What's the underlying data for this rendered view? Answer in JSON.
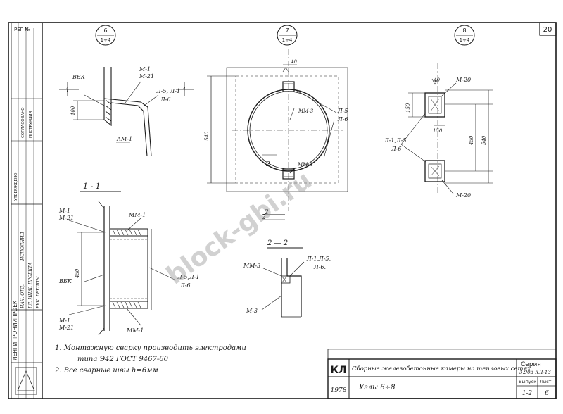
{
  "sheet": {
    "number": "20",
    "reg": "РЕГ №",
    "watermark": "block-gbi.ru"
  },
  "views": {
    "v6": {
      "num": "6",
      "scale": "1÷4"
    },
    "v7": {
      "num": "7",
      "scale": "1÷4"
    },
    "v8": {
      "num": "8",
      "scale": "1÷4"
    }
  },
  "labels": {
    "bbk": "ВБК",
    "m1": "М-1",
    "m21": "М-21",
    "l5l1": "Л-5, Л-1",
    "l6": "Л-6",
    "dim100": "100",
    "am1": "АМ-1",
    "cut11": "1 - 1",
    "mm1": "ММ-1",
    "dim450": "450",
    "l5l1b": "Л-5,Л-1",
    "l6b": "Л-6",
    "bbk2": "ВБК",
    "m1b": "М-1",
    "m21b": "М-21",
    "mm1b": "ММ-1",
    "dim40": "40",
    "mm3": "ММ-3",
    "l5": "Л-5",
    "l6c": "Л-6",
    "dim540": "540",
    "num2": "2",
    "mm3b": "ММ-3",
    "cut22": "2 — 2",
    "mm3c": "ММ-3",
    "l1l5": "Л-1,Л-5,",
    "l6d": "Л-6.",
    "m3": "М-3",
    "dim40b": "40",
    "m20": "М-20",
    "dim150": "150",
    "dim150b": "150",
    "l1l5b": "Л-1,Л-5",
    "l6e": "Л-6",
    "dim450b": "450",
    "dim540b": "540",
    "m20b": "М-20",
    "n1": "1",
    "n1b": "1",
    "n2": "2",
    "n2b": "2"
  },
  "notes": {
    "line1": "1. Монтажную сварку производить электродами",
    "line2": "типа Э42   ГОСТ 9467-60",
    "line3": "2. Все сварные швы h=6мм"
  },
  "stamp": {
    "code": "КЛ",
    "year": "1978",
    "title": "Сборные железобетонные камеры на тепловых сетях",
    "subtitle": "Узлы 6÷8",
    "series_label": "Серия",
    "series_value": "3.903 КЛ-13",
    "issue_label": "Выпуск",
    "issue_value": "1-2",
    "sheet_label": "Лист",
    "sheet_value": "6"
  },
  "side_stamp": {
    "org": "ЛЕНГИПРОНИИПРОЕКТ",
    "col1": "НАЧ. ОТД.",
    "col2": "ГЛ. ИНЖ. ПРОЕКТА",
    "col3": "РУК. ГРУППЫ",
    "col4": "ИСПОЛНИЛ",
    "approved": "УТВЕРЖДЕНО",
    "agreed": "СОГЛАСОВАНО",
    "instr": "ИНСТРУКЦИЯ"
  }
}
